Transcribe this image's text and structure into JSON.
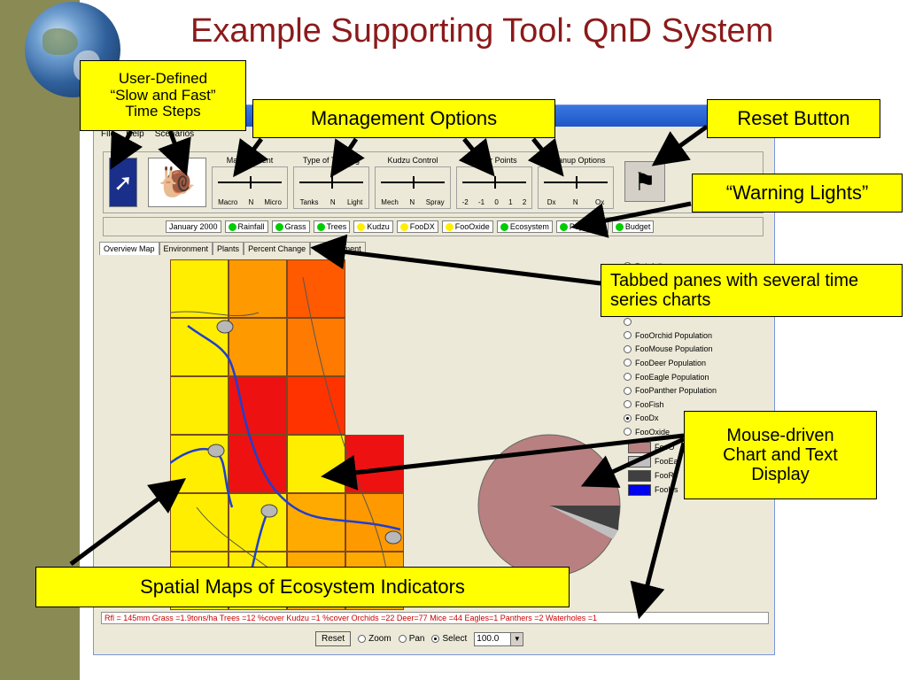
{
  "slide": {
    "title": "Example Supporting Tool: QnD System"
  },
  "window": {
    "menu": [
      "File",
      "Help",
      "Scenarios"
    ],
    "sliders": [
      {
        "label": "Management",
        "ticks": [
          "Macro",
          "N",
          "Micro"
        ]
      },
      {
        "label": "Type of Training",
        "ticks": [
          "Tanks",
          "N",
          "Light"
        ]
      },
      {
        "label": "Kudzu Control",
        "ticks": [
          "Mech",
          "N",
          "Spray"
        ]
      },
      {
        "label": "Water Points",
        "ticks": [
          "-2",
          "-1",
          "0",
          "1",
          "2"
        ]
      },
      {
        "label": "Cleanup Options",
        "ticks": [
          "Dx",
          "N",
          "Ox"
        ]
      }
    ],
    "status_lights": [
      {
        "label": "January 2000",
        "color": ""
      },
      {
        "label": "Rainfall",
        "color": "#00cc00"
      },
      {
        "label": "Grass",
        "color": "#00cc00"
      },
      {
        "label": "Trees",
        "color": "#00cc00"
      },
      {
        "label": "Kudzu",
        "color": "#ffee00"
      },
      {
        "label": "FooDX",
        "color": "#ffee00"
      },
      {
        "label": "FooOxide",
        "color": "#ffee00"
      },
      {
        "label": "Ecosystem",
        "color": "#00cc00"
      },
      {
        "label": "Popularity",
        "color": "#00cc00"
      },
      {
        "label": "Budget",
        "color": "#00cc00"
      }
    ],
    "tabs": [
      "Overview Map",
      "Environment",
      "Plants",
      "Percent Change",
      "Management"
    ],
    "radio_options": [
      {
        "label": "Rainfall",
        "selected": false
      },
      {
        "label": "",
        "selected": false
      },
      {
        "label": "",
        "selected": false
      },
      {
        "label": "",
        "selected": false
      },
      {
        "label": "",
        "selected": false
      },
      {
        "label": "FooOrchid Population",
        "selected": false
      },
      {
        "label": "FooMouse Population",
        "selected": false
      },
      {
        "label": "FooDeer Population",
        "selected": false
      },
      {
        "label": "FooEagle Population",
        "selected": false
      },
      {
        "label": "FooPanther Population",
        "selected": false
      },
      {
        "label": "FooFish",
        "selected": false
      },
      {
        "label": "FooDx",
        "selected": true
      },
      {
        "label": "FooOxide",
        "selected": false
      }
    ],
    "map_cells": [
      [
        "#ffee00",
        "#ff9900",
        "#ff5a00",
        null
      ],
      [
        "#ffee00",
        "#ff9900",
        "#ff7a00",
        null
      ],
      [
        "#ffee00",
        "#ee1111",
        "#ff3300",
        null
      ],
      [
        "#ffee00",
        "#ee1111",
        "#ffee00",
        "#ee1111"
      ],
      [
        "#ffee00",
        "#ffee00",
        "#ffaa00",
        "#ff9900"
      ],
      [
        "#ffee00",
        "#ffee00",
        "#ffaa00",
        "#ffaa00"
      ]
    ],
    "pie_legend": [
      {
        "label": "FooO",
        "color": "#b88080"
      },
      {
        "label": "FooEa",
        "color": "#c0c0c0"
      },
      {
        "label": "FooR",
        "color": "#404040"
      },
      {
        "label": "FooHs",
        "color": "#0000ee"
      }
    ],
    "status_text": "Rfl = 145mm   Grass =1.9tons/ha   Trees =12 %cover   Kudzu =1 %cover   Orchids =22   Deer=77   Mice =44   Eagles=1   Panthers =2   Waterholes =1",
    "bottom": {
      "reset_label": "Reset",
      "zoom_label": "Zoom",
      "pan_label": "Pan",
      "select_label": "Select",
      "zoom_value": "100.0"
    }
  },
  "callouts": [
    {
      "id": "time-steps",
      "text": "User-Defined\n“Slow and Fast”\nTime Steps"
    },
    {
      "id": "management",
      "text": "Management Options"
    },
    {
      "id": "reset",
      "text": "Reset Button"
    },
    {
      "id": "warning",
      "text": "“Warning Lights”"
    },
    {
      "id": "tabbed",
      "text": "Tabbed panes with several time series charts"
    },
    {
      "id": "mouse",
      "text": "Mouse-driven\nChart and Text\nDisplay"
    },
    {
      "id": "spatial",
      "text": "Spatial Maps of Ecosystem Indicators"
    }
  ]
}
